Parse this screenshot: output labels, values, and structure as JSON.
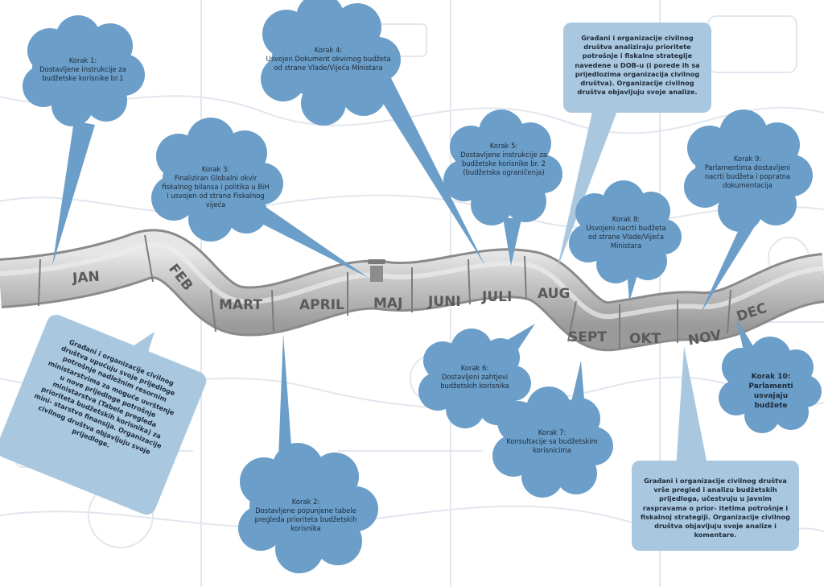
{
  "months": {
    "jan": "JAN",
    "feb": "FEB",
    "mart": "MART",
    "april": "APRIL",
    "maj": "MAJ",
    "juni": "JUNI",
    "juli": "JULI",
    "aug": "AUG",
    "sept": "SEPT",
    "okt": "OKT",
    "nov": "NOV",
    "dec": "DEC"
  },
  "steps": {
    "k1": {
      "title": "Korak 1:",
      "body": "Dostavljene instrukcije za budžetske korisnike br.1"
    },
    "k2": {
      "title": "Korak 2:",
      "body": "Dostavljene popunjene tabele pregleda prioriteta budžetskih korisnika"
    },
    "k3": {
      "title": "Korak 3:",
      "body": "Finaliziran Globalni okvir fiskalnog bilansa i politika u BiH i usvojen od strane Fiskalnog vijeća"
    },
    "k4": {
      "title": "Korak 4:",
      "body": "Usvojen Dokument okvirnog budžeta od strane Vlade/Vijeća Ministara"
    },
    "k5": {
      "title": "Korak 5:",
      "body": "Dostavljene instrukcije za budžetske korisnike br. 2 (budžetska ograničenja)"
    },
    "k6": {
      "title": "Korak 6:",
      "body": "Dostavljeni zahtjevi budžetskih korisnika"
    },
    "k7": {
      "title": "Korak 7:",
      "body": "Konsultacije sa budžetskim korisnicima"
    },
    "k8": {
      "title": "Korak 8:",
      "body": "Usvojeni nacrti budžeta od strane Vlade/Vijeća Ministara"
    },
    "k9": {
      "title": "Korak 9:",
      "body": "Parlamentima dostavljeni nacrti budžeta i popratna dokumentacija"
    },
    "k10": {
      "title": "Korak 10:",
      "body": "Parlamenti usvajaju budžete"
    }
  },
  "notes": {
    "left": "Građani i organizacije civilnog društva upućuju svoje prijedloge potrošnje nadležnim resornim ministarstvima za moguće uvrštenje u nove prijedloge potrošnje ministarstva (Tabele pregleda prioriteta budžetskih korisnika) za mini- starstvo finansija. Organizacije civilnog društva objavljuju svoje prijedloge.",
    "top": "Građani i organizacije civilnog društva analiziraju prioritete potrošnje i fiskalne strategije navedene u DOB-u (i porede ih sa prijedlozima organizacija civilnog društva). Organizacije civilnog društva objavljuju svoje analize.",
    "bottom": "Građani i organizacije civilnog društva vrše pregled i analizu budžetskih prijedloga, učestvuju u javnim raspravama o prior- itetima potrošnje i fiskalnoj strategiji. Organizacije civilnog društva objavljuju svoje analize i komentare."
  },
  "colors": {
    "cloud": "#6b9ec8",
    "box": "#a9c8e0",
    "pipe": "#bdbdbd",
    "text": "#1d2a3a"
  }
}
